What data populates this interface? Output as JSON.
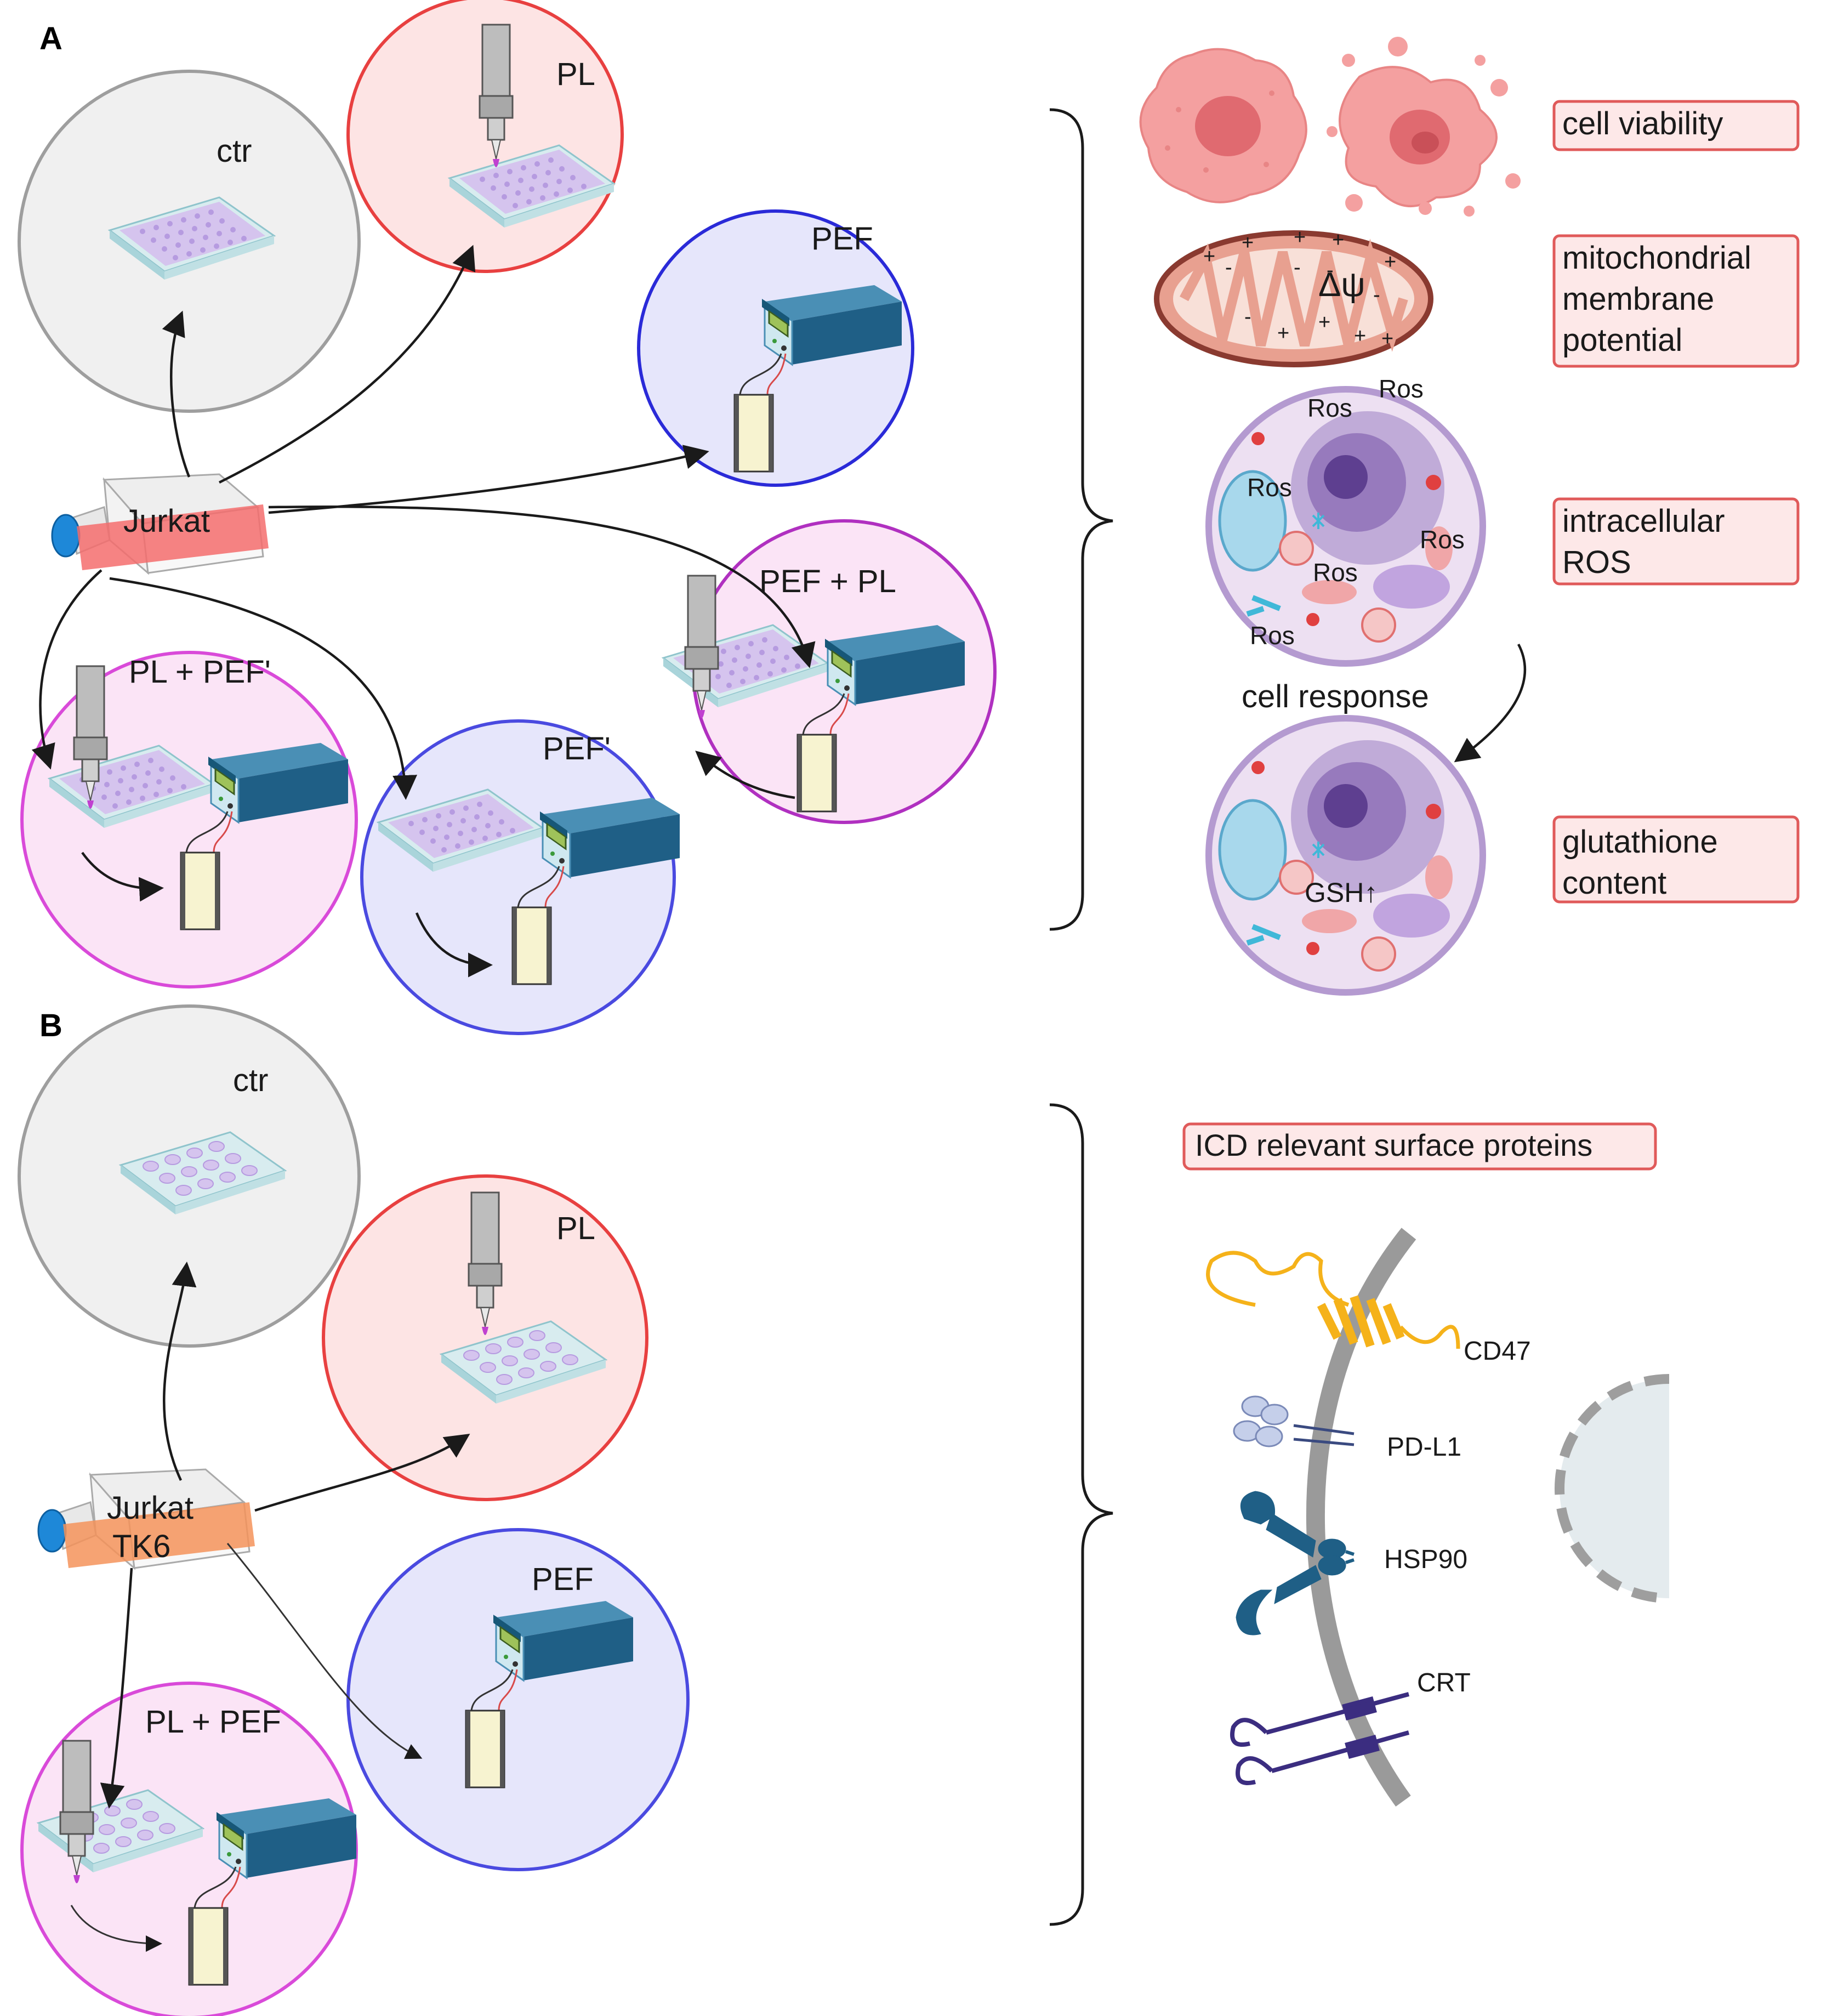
{
  "panels": {
    "a": "A",
    "b": "B"
  },
  "panel_a": {
    "source": "Jurkat",
    "conditions": {
      "ctr": "ctr",
      "pl": "PL",
      "pef": "PEF",
      "pef_pl": "PEF + PL",
      "pl_pef": "PL + PEF'",
      "pef_prime": "PEF'"
    },
    "readouts": {
      "viability": [
        "cell viability"
      ],
      "mito": [
        "mitochondrial",
        "membrane",
        "potential"
      ],
      "ros": [
        "intracellular",
        "ROS"
      ],
      "gsh": [
        "glutathione",
        "content"
      ]
    },
    "delta_psi": "Δψ",
    "ros_tag": "Ros",
    "cell_response": "cell response",
    "gsh_label": "GSH↑"
  },
  "panel_b": {
    "source": [
      "Jurkat",
      "TK6"
    ],
    "conditions": {
      "ctr": "ctr",
      "pl": "PL",
      "pef": "PEF",
      "pl_pef": "PL + PEF"
    },
    "title": "ICD relevant surface proteins",
    "proteins": {
      "cd47": "CD47",
      "pdl1": "PD-L1",
      "hsp90": "HSP90",
      "crt": "CRT"
    }
  },
  "colors": {
    "ctr": "#9e9e9e",
    "pl": "#e84040",
    "pef": "#2a2ad8",
    "pef_prime": "#4a4ae0",
    "combo": "#d94ad9",
    "combo2": "#b030c0",
    "readout_box": "#e05a5a"
  }
}
